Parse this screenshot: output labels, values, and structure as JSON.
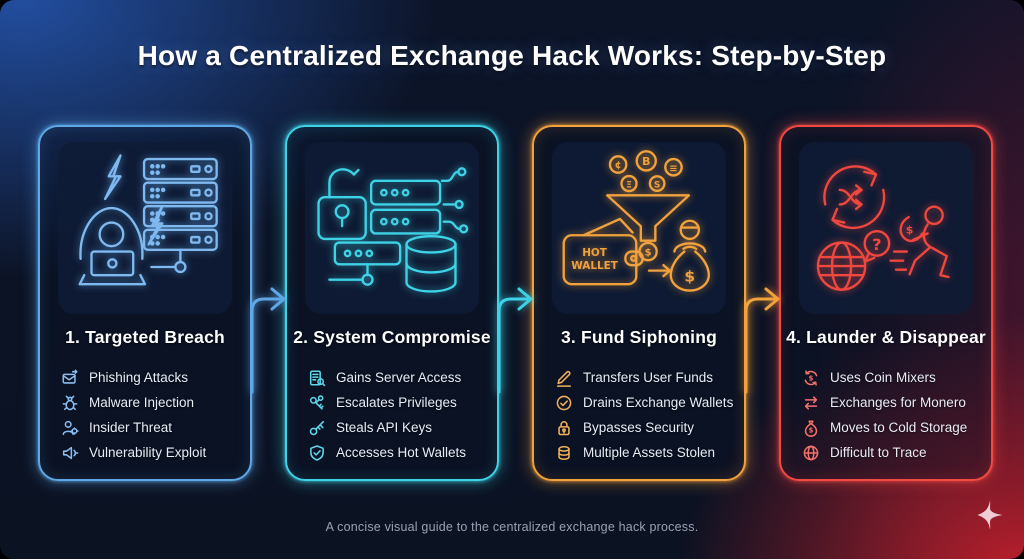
{
  "title": "How a Centralized Exchange Hack Works: Step-by-Step",
  "footer": {
    "caption": "A concise visual guide to the centralized exchange hack process."
  },
  "symbols": {
    "dollar": "$",
    "cent": "¢",
    "bitcoin": "B",
    "eth": "Ξ",
    "s": "S",
    "lines": "≡",
    "question": "?"
  },
  "cards": [
    {
      "id": "targeted-breach",
      "step_title": "1. Targeted Breach",
      "accent": "#5fa8e8",
      "icon_color": "#8cbdf0",
      "illustration": "hacker-with-laptop-and-servers",
      "items": [
        {
          "icon": "phishing-mail-icon",
          "label": "Phishing Attacks"
        },
        {
          "icon": "malware-bug-icon",
          "label": "Malware Injection"
        },
        {
          "icon": "insider-user-icon",
          "label": "Insider Threat"
        },
        {
          "icon": "vulnerability-megaphone-icon",
          "label": "Vulnerability Exploit"
        }
      ]
    },
    {
      "id": "system-compromise",
      "step_title": "2. System Compromise",
      "accent": "#3ed2e6",
      "icon_color": "#5fd9ea",
      "illustration": "open-padlock-server-database",
      "items": [
        {
          "icon": "server-access-icon",
          "label": "Gains Server Access"
        },
        {
          "icon": "privileges-keys-icon",
          "label": "Escalates Privileges"
        },
        {
          "icon": "api-key-icon",
          "label": "Steals API Keys"
        },
        {
          "icon": "shield-check-icon",
          "label": "Accesses Hot Wallets"
        }
      ]
    },
    {
      "id": "fund-siphoning",
      "step_title": "3. Fund Siphoning",
      "accent": "#f2a23c",
      "icon_color": "#f4b15c",
      "illustration": "crypto-funnel-hot-wallet-thief",
      "illustration_labels": {
        "hot": "HOT",
        "wallet": "WALLET"
      },
      "items": [
        {
          "icon": "pen-transfer-icon",
          "label": "Transfers User Funds"
        },
        {
          "icon": "drain-check-icon",
          "label": "Drains Exchange Wallets"
        },
        {
          "icon": "security-lock-icon",
          "label": "Bypasses Security"
        },
        {
          "icon": "assets-coins-icon",
          "label": "Multiple Assets Stolen"
        }
      ]
    },
    {
      "id": "launder-disappear",
      "step_title": "4. Launder & Disappear",
      "accent": "#f04a42",
      "icon_color": "#f4716a",
      "illustration": "mixer-arrows-globe-running-thief",
      "items": [
        {
          "icon": "coin-mixer-icon",
          "label": "Uses Coin Mixers"
        },
        {
          "icon": "swap-arrows-icon",
          "label": "Exchanges for Monero"
        },
        {
          "icon": "cold-storage-bag-icon",
          "label": "Moves to Cold Storage"
        },
        {
          "icon": "trace-globe-icon",
          "label": "Difficult to Trace"
        }
      ]
    }
  ],
  "connectors": [
    {
      "from": "targeted-breach",
      "to": "system-compromise",
      "color": "#5fa8e8"
    },
    {
      "from": "system-compromise",
      "to": "fund-siphoning",
      "color": "#3ed2e6"
    },
    {
      "from": "fund-siphoning",
      "to": "launder-disappear",
      "color": "#f2a23c"
    }
  ]
}
